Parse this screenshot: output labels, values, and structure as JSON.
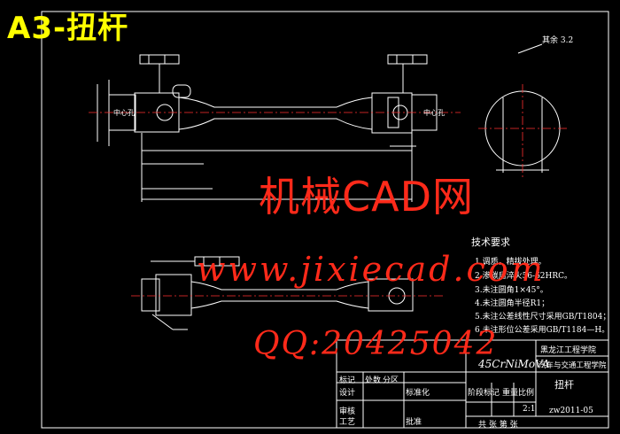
{
  "drawing": {
    "title": "A3-扭杆",
    "watermark_site_cn": "机械CAD网",
    "watermark_url": "www.jixiecad.com",
    "watermark_qq": "QQ:20425042",
    "roughness_note": "其余",
    "roughness_value": "3.2",
    "center_hole_label": "中心孔",
    "technical_requirements": {
      "heading": "技术要求",
      "items": [
        "1.调质，精拔处理。",
        "2.渗碳后淬火56-62HRC。",
        "3.未注圆角1×45°。",
        "4.未注圆角半径R1；",
        "5.未注公差线性尺寸采用GB/T1804；",
        "6.未注形位公差采用GB/T1184—H。"
      ]
    },
    "title_block": {
      "material": "45CrNiMoVA",
      "school_line1": "黑龙江工程学院",
      "school_line2": "汽车与交通工程学院",
      "part_name": "扭杆",
      "labels": [
        "标记",
        "处数",
        "分区",
        "设计",
        "标准化",
        "审核",
        "工艺",
        "批准",
        "阶段标记",
        "重量",
        "比例",
        "共 张 第 张"
      ],
      "scale": "2:1",
      "drawing_no": "zw2011-05"
    },
    "colors": {
      "background": "#000000",
      "outline": "#ffffff",
      "title": "#ffff00",
      "watermark": "#ff2a1a",
      "center_line": "#ff3030",
      "dimension": "#ffffff"
    }
  }
}
